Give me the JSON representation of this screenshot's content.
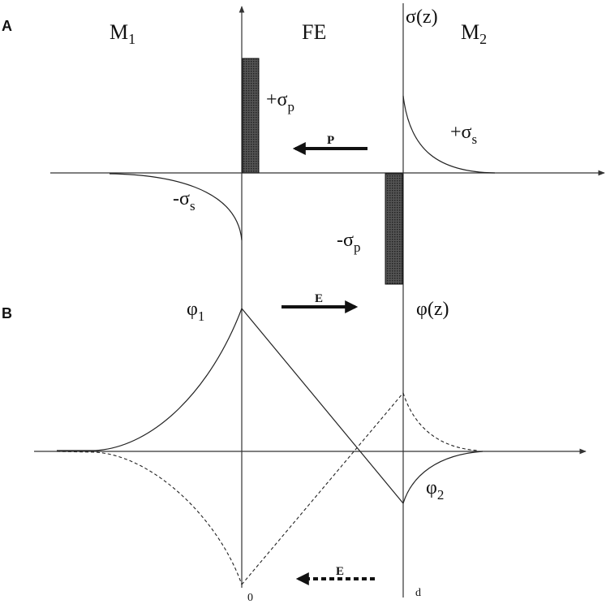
{
  "panels": {
    "a": "A",
    "b": "B"
  },
  "regions": {
    "m1_base": "M",
    "m1_sub": "1",
    "fe": "FE",
    "m2_base": "M",
    "m2_sub": "2"
  },
  "axes": {
    "sigma_axis": "σ(z)",
    "phi_axis": "φ(z)",
    "origin": "0",
    "d": "d"
  },
  "labels": {
    "plus_sigma_p_base": "+σ",
    "plus_sigma_p_sub": "p",
    "minus_sigma_p_base": "-σ",
    "minus_sigma_p_sub": "p",
    "plus_sigma_s_base": "+σ",
    "plus_sigma_s_sub": "s",
    "minus_sigma_s_base": "-σ",
    "minus_sigma_s_sub": "s",
    "phi1_base": "φ",
    "phi1_sub": "1",
    "phi2_base": "φ",
    "phi2_sub": "2"
  },
  "arrows": {
    "polarization": "P",
    "field_solid": "E",
    "field_dashed": "E"
  }
}
